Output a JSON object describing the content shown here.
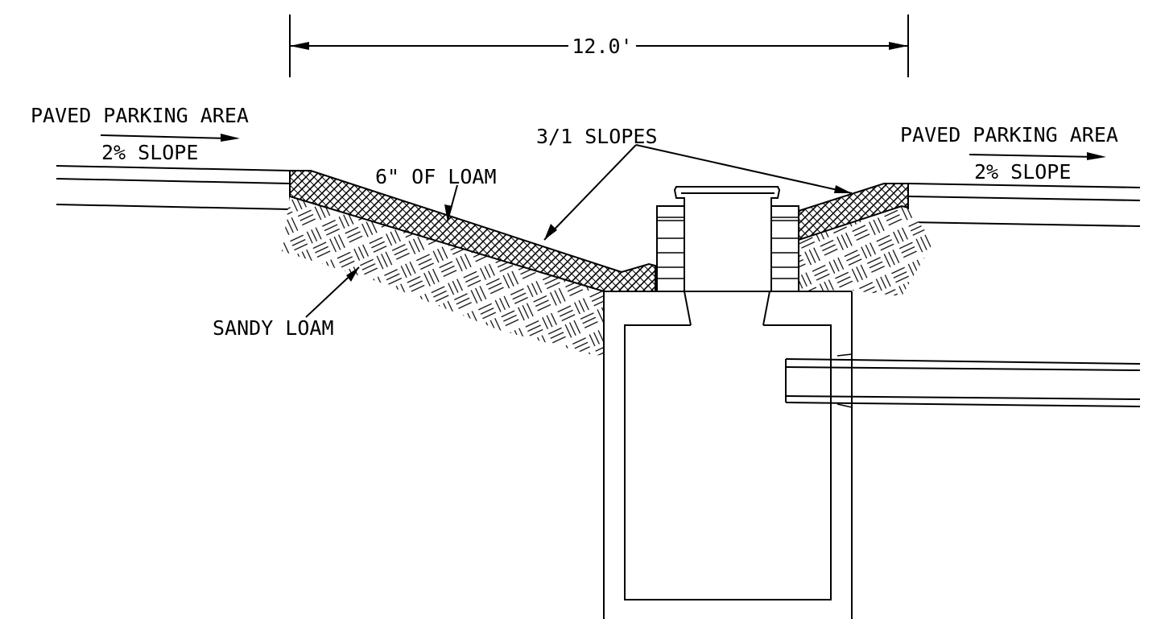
{
  "dimension": {
    "label": "12.0'"
  },
  "labels": {
    "paved_left": "PAVED PARKING AREA",
    "slope_left": "2% SLOPE",
    "paved_right": "PAVED PARKING AREA",
    "slope_right": "2% SLOPE",
    "slopes": "3/1 SLOPES",
    "loam": "6\" OF LOAM",
    "sandy_loam": "SANDY LOAM"
  },
  "colors": {
    "line": "#000000",
    "background": "#ffffff"
  }
}
